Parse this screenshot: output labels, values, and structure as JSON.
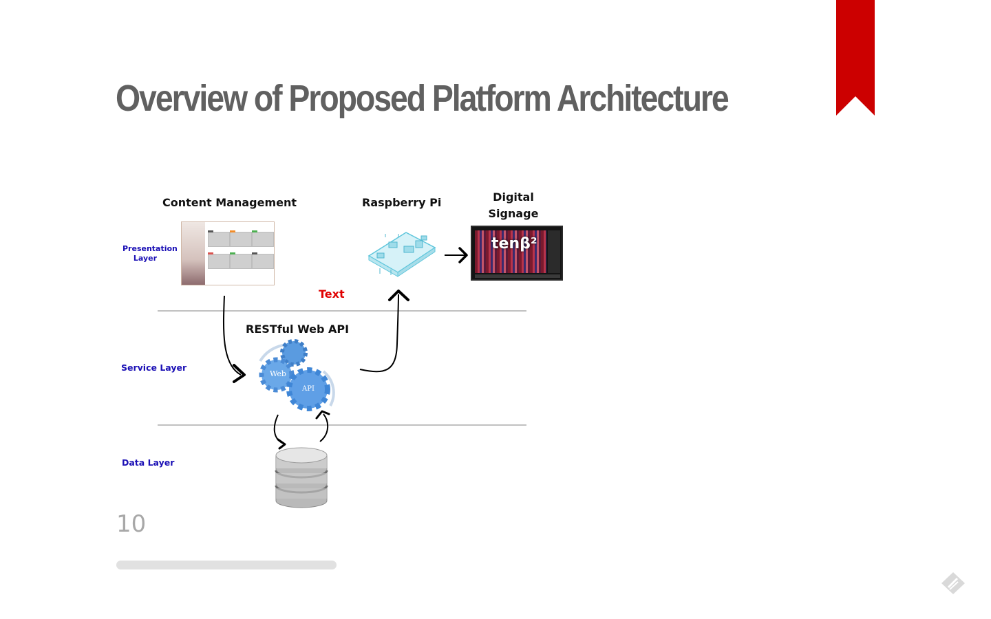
{
  "slide": {
    "title": "Overview of Proposed Platform Architecture",
    "page_number": "10"
  },
  "layers": {
    "presentation": "Presentation Layer",
    "service": "Service Layer",
    "data": "Data Layer"
  },
  "nodes": {
    "content_management": "Content Management",
    "raspberry_pi": "Raspberry Pi",
    "digital_signage": "Digital Signage Monitor",
    "restful_api": "RESTful Web API",
    "gear_web": "Web",
    "gear_api": "API",
    "monitor_logo": "tenβ²"
  },
  "annotation": {
    "text": "Text"
  },
  "colors": {
    "bookmark": "#cc0000",
    "layer_label": "#1a0fb5",
    "annotation": "#e00000",
    "title": "#606060"
  }
}
